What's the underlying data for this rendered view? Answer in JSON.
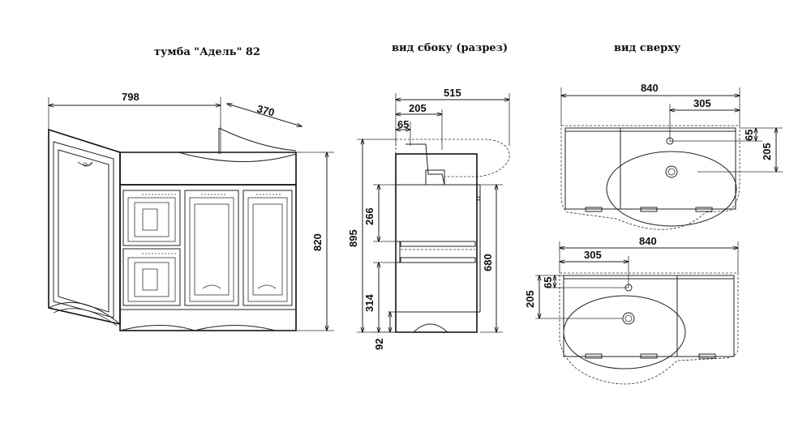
{
  "titles": {
    "front": "тумба \"Адель\" 82",
    "side": "вид сбоку (разрез)",
    "top": "вид сверху"
  },
  "dims": {
    "front_width": "798",
    "front_depth": "370",
    "front_height": "820",
    "side_depth": "515",
    "side_sink": "205",
    "side_tap": "65",
    "side_total_height": "895",
    "side_cabinet_height": "680",
    "side_upper": "266",
    "side_lower": "314",
    "side_plinth": "92",
    "top1_width": "840",
    "top1_offset": "305",
    "top1_v1": "65",
    "top1_v2": "205",
    "top2_width": "840",
    "top2_offset": "305",
    "top2_v1": "65",
    "top2_v2": "205"
  }
}
